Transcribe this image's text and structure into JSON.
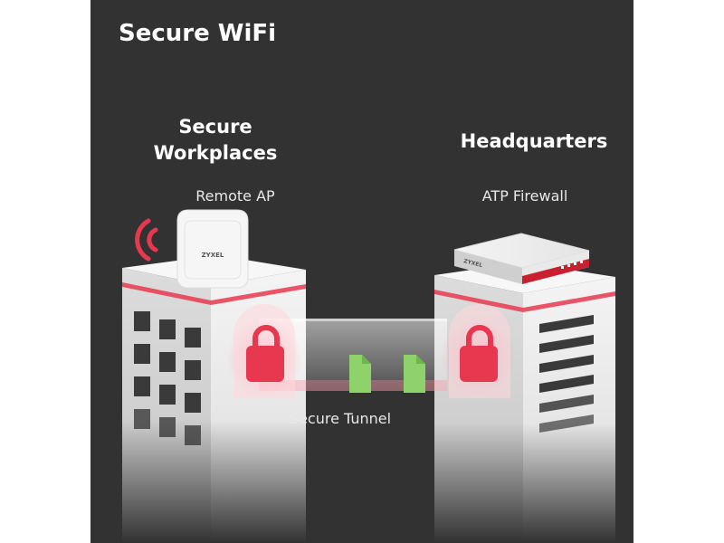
{
  "title": "Secure WiFi",
  "workplace": {
    "title": "Secure\nWorkplaces",
    "device_label": "Remote AP",
    "device_brand": "ZYXEL"
  },
  "headquarters": {
    "title": "Headquarters",
    "device_label": "ATP Firewall",
    "device_brand": "ZYXEL"
  },
  "tunnel": {
    "label": "Secure Tunnel"
  },
  "colors": {
    "background": "#323232",
    "accent_red": "#e8384f",
    "file_green": "#8fd16a",
    "building": "#f2f2f2"
  },
  "icons": [
    "wifi-signal-icon",
    "padlock-icon",
    "file-icon",
    "access-point-icon",
    "firewall-icon"
  ]
}
